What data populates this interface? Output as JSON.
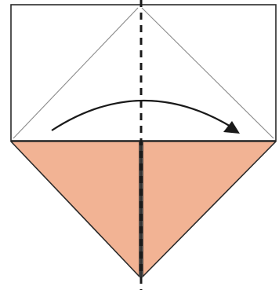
{
  "diagram": {
    "kind": "origami-fold-step",
    "colors": {
      "paper_white": "#ffffff",
      "paper_colored": "#f2b394",
      "outline": "#2a2a2a",
      "crease_line": "#8a8a8a",
      "arrow": "#1a1a1a",
      "fold_line": "#1a1a1a"
    },
    "elements": {
      "top_rectangle": "white-paper-flap",
      "bottom_triangles": [
        "left-colored-flap",
        "right-colored-flap"
      ],
      "diagonal_creases": [
        "left-crease",
        "right-crease"
      ],
      "center_fold_line": "valley-fold-dashed",
      "fold_arrow": "fold-left-to-right-arrow"
    }
  }
}
